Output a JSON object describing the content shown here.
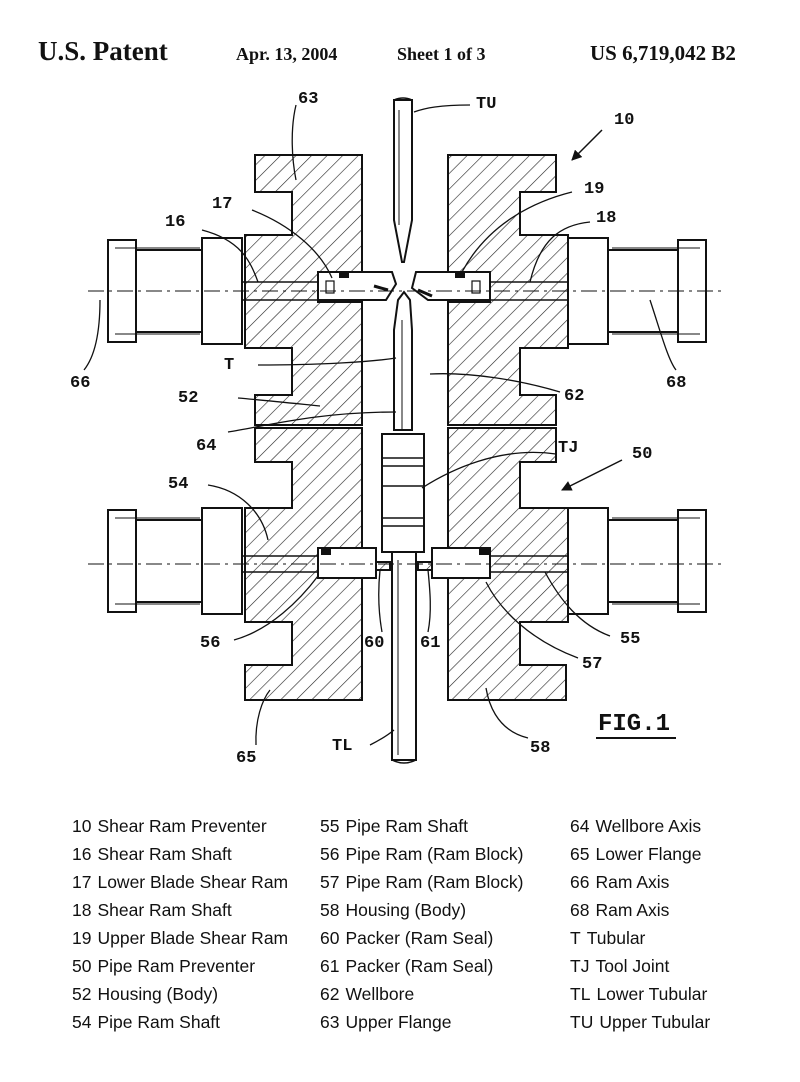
{
  "header": {
    "patent_label": "U.S. Patent",
    "date": "Apr. 13, 2004",
    "sheet": "Sheet 1 of 3",
    "number": "US 6,719,042 B2"
  },
  "figure": {
    "fig_label": "FIG.1",
    "callouts": {
      "c10": "10",
      "c16": "16",
      "c17": "17",
      "c18": "18",
      "c19": "19",
      "c50": "50",
      "c52": "52",
      "c54": "54",
      "c55": "55",
      "c56": "56",
      "c57": "57",
      "c58": "58",
      "c60": "60",
      "c61": "61",
      "c62": "62",
      "c63": "63",
      "c64": "64",
      "c65": "65",
      "c66": "66",
      "c68": "68",
      "cT": "T",
      "cTJ": "TJ",
      "cTL": "TL",
      "cTU": "TU"
    }
  },
  "legend": {
    "col1": [
      {
        "num": "10",
        "text": "Shear Ram Preventer"
      },
      {
        "num": "16",
        "text": "Shear Ram Shaft"
      },
      {
        "num": "17",
        "text": "Lower Blade Shear Ram"
      },
      {
        "num": "18",
        "text": "Shear Ram Shaft"
      },
      {
        "num": "19",
        "text": "Upper Blade Shear Ram"
      },
      {
        "num": "50",
        "text": "Pipe Ram Preventer"
      },
      {
        "num": "52",
        "text": "Housing (Body)"
      },
      {
        "num": "54",
        "text": "Pipe Ram Shaft"
      }
    ],
    "col2": [
      {
        "num": "55",
        "text": "Pipe Ram Shaft"
      },
      {
        "num": "56",
        "text": "Pipe Ram (Ram Block)"
      },
      {
        "num": "57",
        "text": "Pipe Ram (Ram Block)"
      },
      {
        "num": "58",
        "text": "Housing (Body)"
      },
      {
        "num": "60",
        "text": "Packer (Ram Seal)"
      },
      {
        "num": "61",
        "text": "Packer (Ram Seal)"
      },
      {
        "num": "62",
        "text": "Wellbore"
      },
      {
        "num": "63",
        "text": "Upper Flange"
      }
    ],
    "col3": [
      {
        "num": "64",
        "text": "Wellbore Axis"
      },
      {
        "num": "65",
        "text": "Lower Flange"
      },
      {
        "num": "66",
        "text": "Ram Axis"
      },
      {
        "num": "68",
        "text": "Ram Axis"
      },
      {
        "num": "T",
        "text": "Tubular"
      },
      {
        "num": "TJ",
        "text": "Tool Joint"
      },
      {
        "num": "TL",
        "text": "Lower Tubular"
      },
      {
        "num": "TU",
        "text": "Upper Tubular"
      }
    ]
  }
}
